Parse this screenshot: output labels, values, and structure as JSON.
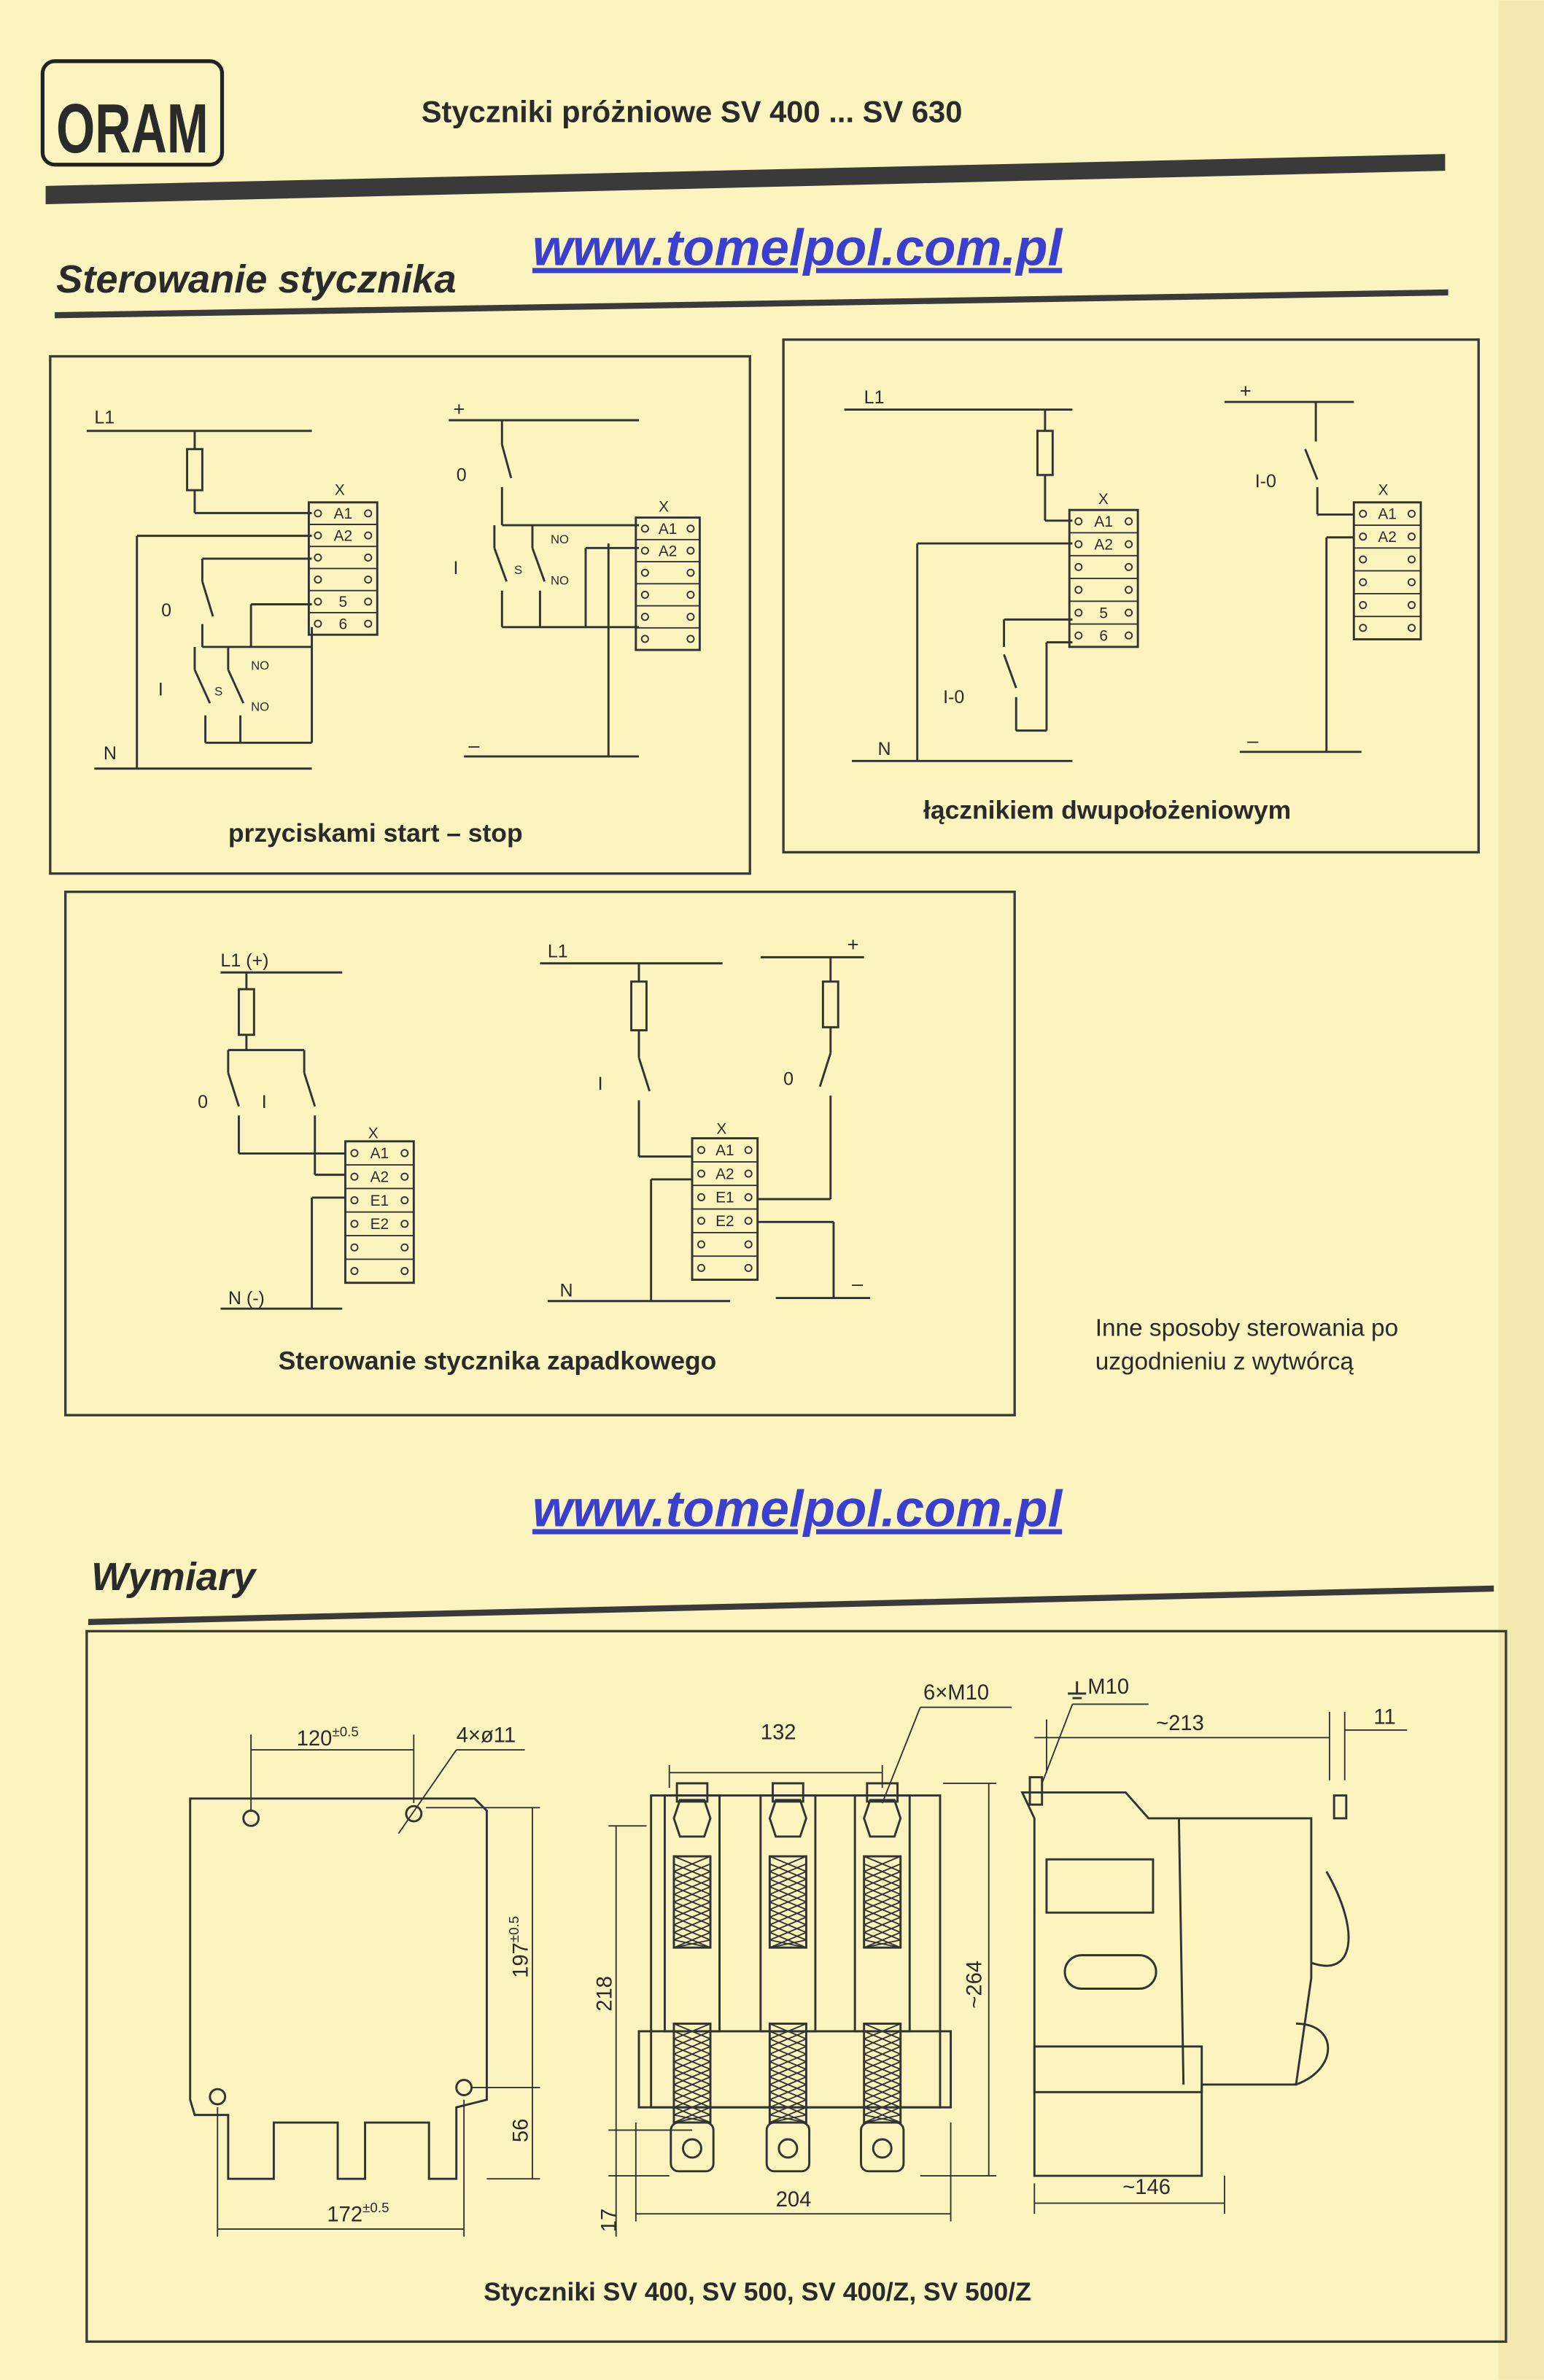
{
  "header": {
    "logo": "ORAM",
    "title": "Styczniki próżniowe SV 400 ... SV 630"
  },
  "sections": {
    "control_heading": "Sterowanie stycznika",
    "dimensions_heading": "Wymiary"
  },
  "watermark_url": "www.tomelpol.com.pl",
  "control": {
    "panel_start_stop": {
      "caption": "przyciskami start – stop",
      "labels": {
        "l1": "L1",
        "n": "N",
        "plus": "+",
        "minus": "–",
        "x": "X",
        "zero": "0",
        "one": "I",
        "s": "S",
        "no": "NO"
      },
      "terminals_a": [
        "A1",
        "A2",
        "",
        "",
        "5",
        "6"
      ],
      "terminals_b": [
        "A1",
        "A2",
        "",
        "",
        "",
        ""
      ]
    },
    "panel_two_position": {
      "caption": "łącznikiem dwupołożeniowym",
      "labels": {
        "l1": "L1",
        "n": "N",
        "plus": "+",
        "minus": "–",
        "x": "X",
        "switch": "I-0"
      },
      "terminals_a": [
        "A1",
        "A2",
        "",
        "",
        "5",
        "6"
      ],
      "terminals_b": [
        "A1",
        "A2",
        "",
        "",
        "",
        ""
      ]
    },
    "panel_latching": {
      "caption": "Sterowanie stycznika zapadkowego",
      "labels": {
        "l1_plus": "L1   (+)",
        "n_minus": "N   (-)",
        "l1": "L1",
        "n": "N",
        "plus": "+",
        "minus": "–",
        "x": "X",
        "zero": "0",
        "one": "I"
      },
      "terminals": [
        "A1",
        "A2",
        "E1",
        "E2",
        "",
        ""
      ]
    },
    "note": [
      "Inne sposoby sterowania po",
      "uzgodnieniu z wytwórcą"
    ]
  },
  "dimensions": {
    "caption": "Styczniki SV 400, SV 500, SV 400/Z, SV 500/Z",
    "labels": {
      "w120": "120",
      "w120_tol": "±0.5",
      "holes": "4×ø11",
      "h197": "197",
      "h197_tol": "±0.5",
      "h56": "56",
      "w172": "172",
      "w172_tol": "±0.5",
      "w132": "132",
      "bolts": "6×M10",
      "ground": "M10",
      "w213": "~213",
      "w11": "11",
      "h218": "218",
      "h264": "~264",
      "h17": "17",
      "w204": "204",
      "w146": "~146"
    }
  },
  "colors": {
    "paper": "#fbf4bf",
    "ink": "#2a2a2a",
    "link": "#3a3fd0"
  }
}
